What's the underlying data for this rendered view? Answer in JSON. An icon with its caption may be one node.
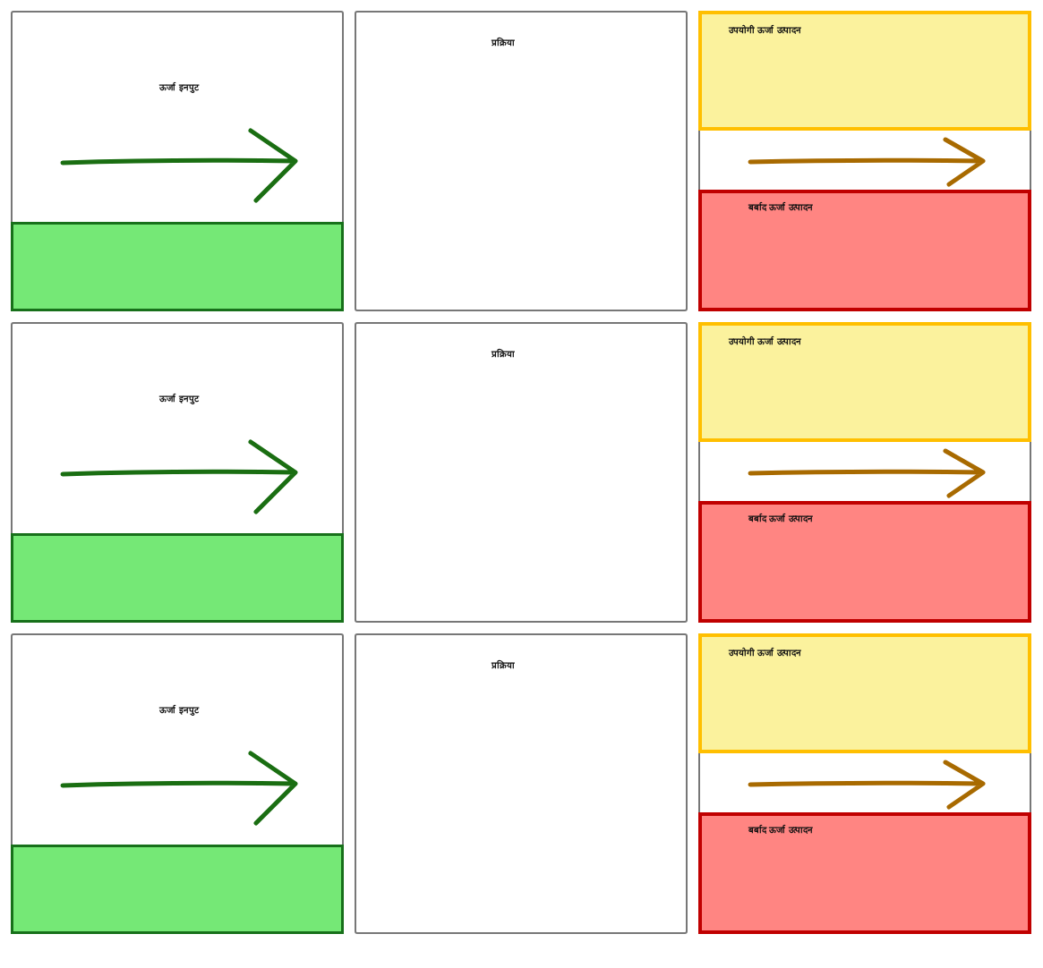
{
  "diagram": {
    "nodes": [
      {
        "text": [
          "ऊर्जा इनपुट"
        ]
      },
      {
        "text": [],
        "shape": "box",
        "in": 0
      },
      {
        "text": [
          "प्रक्रिया"
        ]
      },
      {
        "text": [],
        "shape": "box"
      },
      {
        "text": [
          "उपयोगी ऊर्जा उत्पादन"
        ],
        "in": 3
      },
      {
        "text": [
          "बर्बाद ऊर्जा उत्पादन"
        ],
        "in": 3
      },
      {
        "text": [
          "ऊर्जा इनपुट"
        ]
      },
      {
        "text": [],
        "shape": "box",
        "in": 6
      },
      {
        "text": [
          "प्रक्रिया"
        ]
      },
      {
        "text": [],
        "shape": "box"
      },
      {
        "text": [
          "उपयोगी ऊर्जा उत्पादन"
        ],
        "in": 9
      },
      {
        "text": [
          "बर्बाद ऊर्जा उत्पादन"
        ],
        "in": 9
      },
      {
        "text": [
          "ऊर्जा इनपुट"
        ]
      },
      {
        "text": [],
        "shape": "box",
        "in": 12
      },
      {
        "text": [
          "प्रक्रिया"
        ]
      },
      {
        "text": [],
        "shape": "box"
      },
      {
        "text": [
          "उपयोगी ऊर्जा उत्पादन"
        ],
        "in": 15
      },
      {
        "text": [
          "बर्बाद ऊर्जा उत्पादन"
        ],
        "in": 15
      }
    ]
  }
}
